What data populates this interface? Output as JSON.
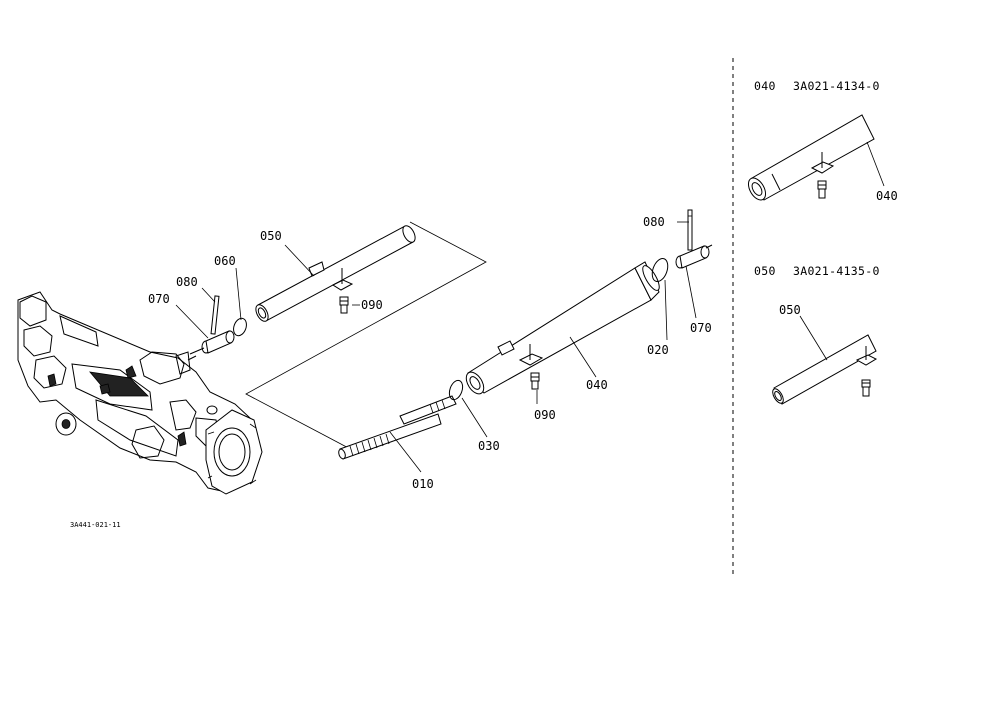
{
  "figure": {
    "code": "3A441-021-11"
  },
  "callouts": {
    "c010": "010",
    "c020": "020",
    "c030": "030",
    "c040": "040",
    "c050": "050",
    "c060": "060",
    "c070_left": "070",
    "c070_right": "070",
    "c080_left": "080",
    "c080_right": "080",
    "c090_left": "090",
    "c090_center": "090"
  },
  "variants": [
    {
      "ref": "040",
      "part_number": "3A021-4134-0",
      "callout": "040"
    },
    {
      "ref": "050",
      "part_number": "3A021-4135-0",
      "callout": "050"
    }
  ]
}
